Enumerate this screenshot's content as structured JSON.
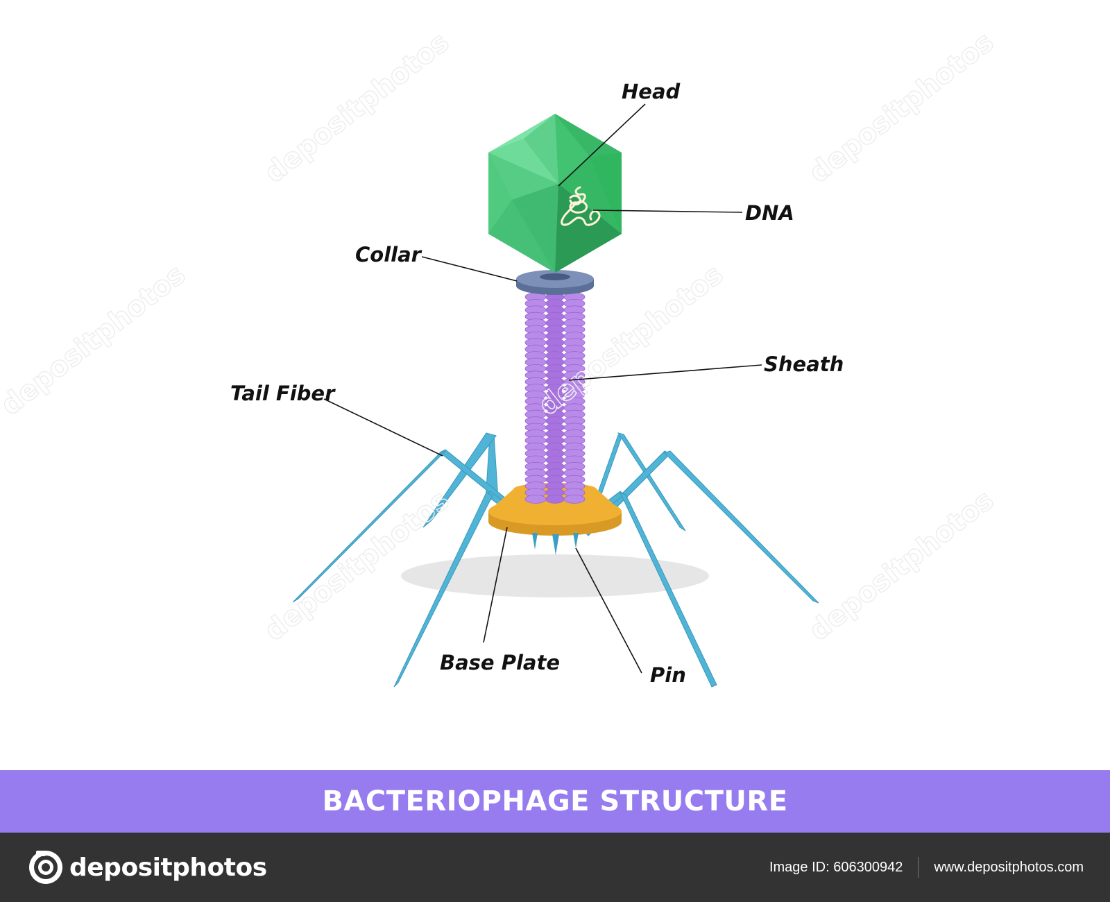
{
  "labels": {
    "head": "Head",
    "dna": "DNA",
    "collar": "Collar",
    "sheath": "Sheath",
    "tail_fiber": "Tail Fiber",
    "base_plate": "Base Plate",
    "pin": "Pin"
  },
  "banner": {
    "title": "BACTERIOPHAGE STRUCTURE"
  },
  "footer": {
    "brand": "depositphotos",
    "image_id": "Image ID: 606300942",
    "url": "www.depositphotos.com"
  },
  "watermark": "depositphotos",
  "colors": {
    "head": "#3cc46c",
    "head_light": "#76e3a1",
    "head_dark": "#2a9a55",
    "collar": "#6a7fa8",
    "sheath": "#b98be8",
    "base_plate": "#f0b133",
    "tail_fiber": "#4fb4d6",
    "shadow": "#e6e6e6",
    "banner": "#977cf0",
    "footer": "#333333"
  },
  "icons": {
    "brand_logo": "camera-lens-icon"
  }
}
